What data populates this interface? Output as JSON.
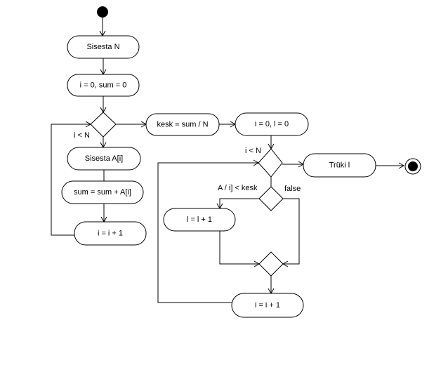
{
  "nodes": {
    "input_n": "Sisesta N",
    "init_i_sum": "i = 0, sum = 0",
    "input_ai": "Sisesta A[i]",
    "sum_add": "sum = sum + A[i]",
    "inc_i_1": "i = i + 1",
    "calc_kesk": "kesk = sum / N",
    "init_i_l": "i = 0, l = 0",
    "print_l": "Trüki l",
    "inc_l": "l = l + 1",
    "inc_i_2": "i = i + 1"
  },
  "guards": {
    "loop1_cond": "i < N",
    "loop2_cond": "i < N",
    "branch_cond": "A / i] < kesk",
    "branch_false": "false"
  }
}
